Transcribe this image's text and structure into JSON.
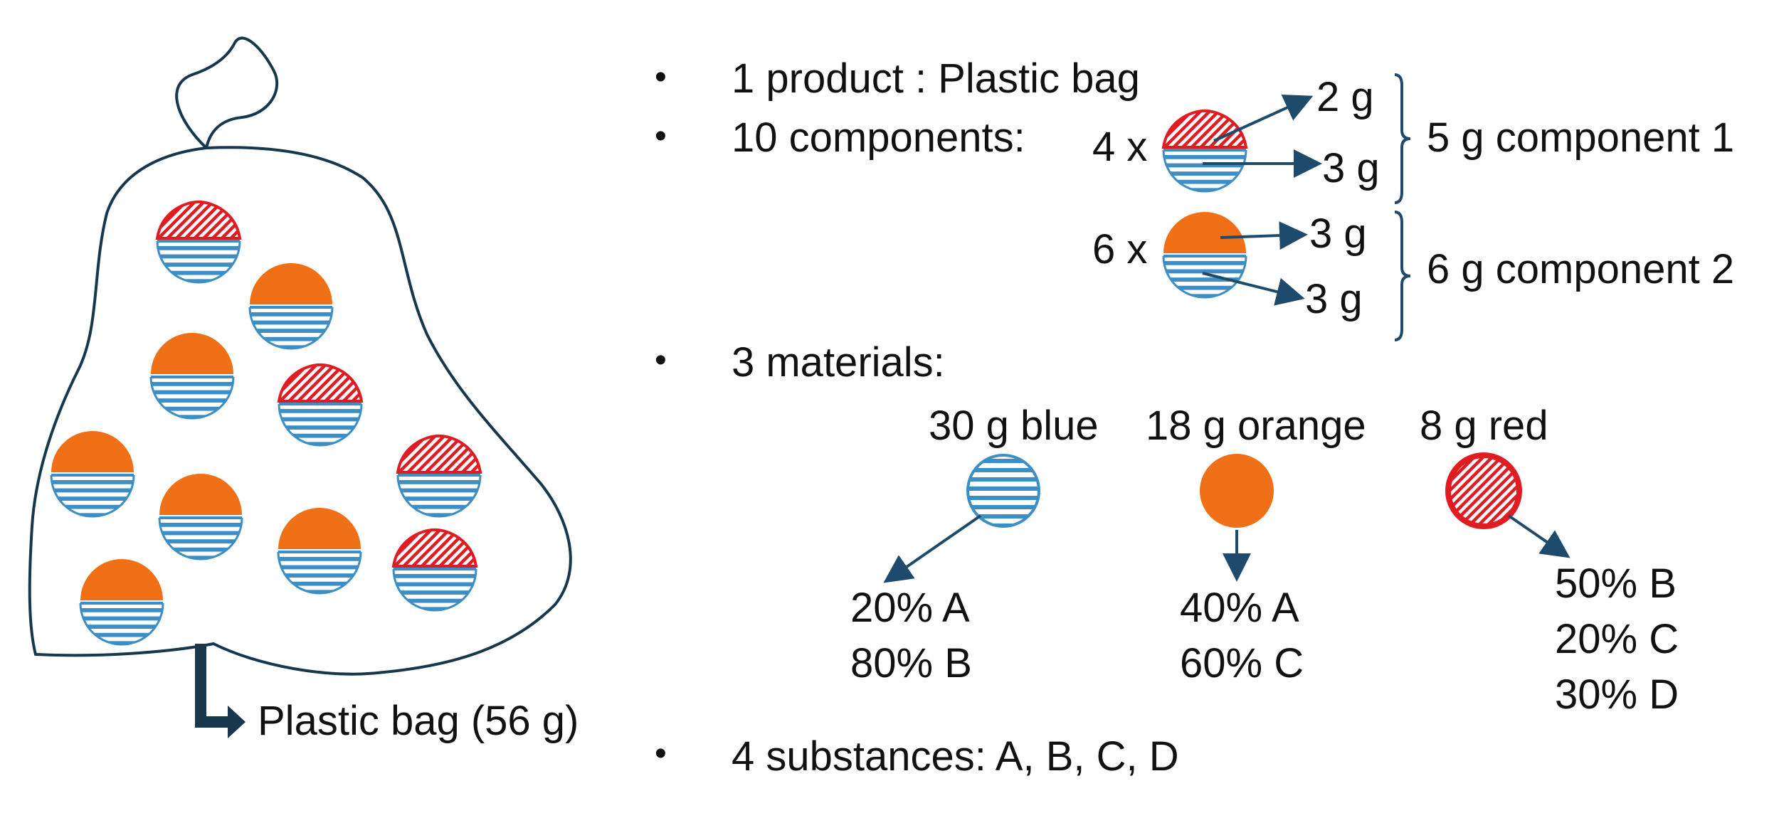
{
  "colors": {
    "outline": "#17374d",
    "blue": "#3b8ec6",
    "orange": "#f07018",
    "red": "#e01c22",
    "arrow": "#1e4a6b",
    "text": "#111111"
  },
  "bag": {
    "label": "Plastic bag (56 g)",
    "icons": [
      "red-blue",
      "orange-blue",
      "orange-blue",
      "red-blue",
      "orange-blue",
      "orange-blue",
      "red-blue",
      "orange-blue",
      "red-blue",
      "orange-blue"
    ]
  },
  "bullets": {
    "symbol": "•",
    "product": "1 product : Plastic bag",
    "components": "10 components:",
    "materials": "3 materials:",
    "substances": "4 substances: A, B, C, D"
  },
  "component1": {
    "multiplier": "4 x",
    "top_mass": "2 g",
    "bottom_mass": "3 g",
    "summary": "5 g component 1"
  },
  "component2": {
    "multiplier": "6 x",
    "top_mass": "3 g",
    "bottom_mass": "3 g",
    "summary": "6 g component 2"
  },
  "materials": [
    {
      "label": "30 g blue",
      "icon": "blue-striped-circle",
      "composition": [
        "20% A",
        "80% B"
      ]
    },
    {
      "label": "18 g orange",
      "icon": "orange-circle",
      "composition": [
        "40% A",
        "60% C"
      ]
    },
    {
      "label": "8 g red",
      "icon": "red-hatched-circle",
      "composition": [
        "50% B",
        "20% C",
        "30% D"
      ]
    }
  ]
}
